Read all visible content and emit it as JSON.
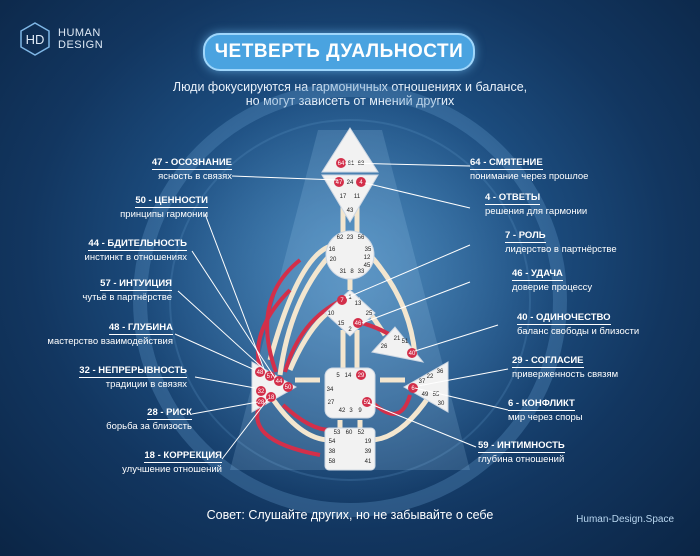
{
  "brand": {
    "logo_letters": "HD",
    "line1": "HUMAN",
    "line2": "DESIGN"
  },
  "title": "ЧЕТВЕРТЬ ДУАЛЬНОСТИ",
  "subtitle": [
    "Люди фокусируются на гармоничных отношениях и балансе,",
    "но могут зависеть от мнений других"
  ],
  "gates_left": [
    {
      "title": "47 - ОСОЗНАНИЕ",
      "desc": "ясность в связях"
    },
    {
      "title": "50 - ЦЕННОСТИ",
      "desc": "принципы гармонии"
    },
    {
      "title": "44 - БДИТЕЛЬНОСТЬ",
      "desc": "инстинкт в отношениях"
    },
    {
      "title": "57 - ИНТУИЦИЯ",
      "desc": "чутьё в партнёрстве"
    },
    {
      "title": "48 - ГЛУБИНА",
      "desc": "мастерство взаимодействия"
    },
    {
      "title": "32 - НЕПРЕРЫВНОСТЬ",
      "desc": "традиции в связях"
    },
    {
      "title": "28 - РИСК",
      "desc": "борьба за близость"
    },
    {
      "title": "18 - КОРРЕКЦИЯ",
      "desc": "улучшение отношений"
    }
  ],
  "gates_right": [
    {
      "title": "64 - СМЯТЕНИЕ",
      "desc": "понимание через прошлое"
    },
    {
      "title": "4 - ОТВЕТЫ",
      "desc": "решения для гармонии"
    },
    {
      "title": "7 - РОЛЬ",
      "desc": "лидерство в партнёрстве"
    },
    {
      "title": "46 - УДАЧА",
      "desc": "доверие процессу"
    },
    {
      "title": "40 - ОДИНОЧЕСТВО",
      "desc": "баланс свободы и близости"
    },
    {
      "title": "29 - СОГЛАСИЕ",
      "desc": "приверженность связям"
    },
    {
      "title": "6 - КОНФЛИКТ",
      "desc": "мир через споры"
    },
    {
      "title": "59 - ИНТИМНОСТЬ",
      "desc": "глубина отношений"
    }
  ],
  "advice": "Совет: Слушайте других, но не забывайте о себе",
  "site": "Human-Design.Space",
  "colors": {
    "accent": "#4aa3e0",
    "active": "#d32f4a",
    "center": "#f2f2f2",
    "channel": "#f3e6cf"
  },
  "centers": {
    "head": [
      "64",
      "61",
      "63"
    ],
    "ajna": [
      "47",
      "24",
      "4",
      "17",
      "11",
      "43"
    ],
    "throat": [
      "62",
      "23",
      "56",
      "16",
      "35",
      "12",
      "20",
      "45",
      "31",
      "8",
      "33"
    ],
    "g": [
      "1",
      "13",
      "7",
      "10",
      "25",
      "15",
      "46",
      "2"
    ],
    "heart": [
      "21",
      "51",
      "26",
      "40"
    ],
    "spleen": [
      "48",
      "57",
      "44",
      "50",
      "32",
      "28",
      "18"
    ],
    "sacral": [
      "5",
      "14",
      "29",
      "34",
      "27",
      "59",
      "42",
      "3",
      "9"
    ],
    "solar": [
      "36",
      "22",
      "37",
      "6",
      "49",
      "55",
      "30"
    ],
    "root": [
      "53",
      "60",
      "52",
      "54",
      "19",
      "38",
      "39",
      "58",
      "41"
    ]
  }
}
